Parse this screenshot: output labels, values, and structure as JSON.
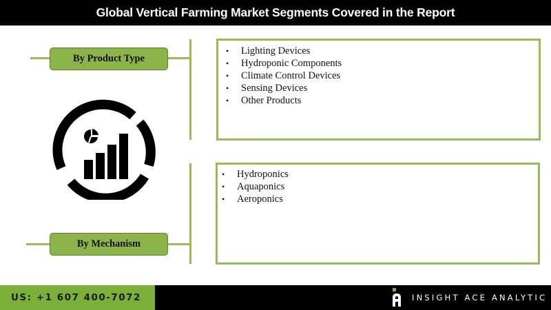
{
  "header": {
    "title": "Global Vertical Farming Market Segments Covered in the Report"
  },
  "segments": [
    {
      "label": "By Product Type",
      "items": [
        "Lighting Devices",
        "Hydroponic Components",
        "Climate Control Devices",
        "Sensing Devices",
        "Other Products"
      ]
    },
    {
      "label": "By Mechanism",
      "items": [
        "Hydroponics",
        "Aquaponics",
        "Aeroponics"
      ]
    }
  ],
  "center_icon": "analytics-chart-icon",
  "bullet": "•",
  "footer": {
    "phone": "US: +1 607 400-7072",
    "brand": "INSIGHT ACE ANALYTIC",
    "brand_icon": "insight-ace-logo-icon"
  },
  "colors": {
    "header_bg": "#000000",
    "accent_green": "#9bbb59",
    "pill_green": "#8db44a",
    "footer_green": "#7ab03a",
    "footer_black": "#000000"
  }
}
